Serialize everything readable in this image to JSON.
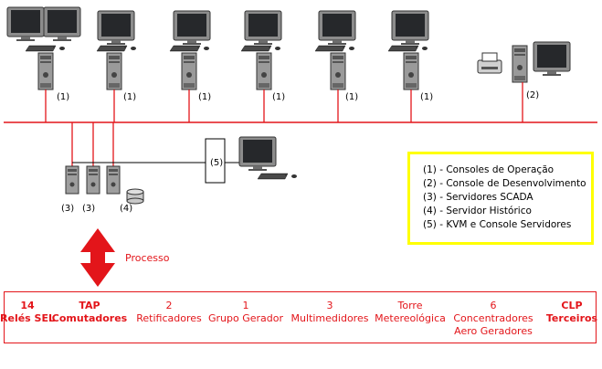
{
  "network": {
    "workstation_labels": [
      "(1)",
      "(1)",
      "(1)",
      "(1)",
      "(1)",
      "(1)"
    ],
    "printer_station_label": "(2)",
    "kvm_label": "(5)",
    "server_labels": [
      "(3)",
      "(3)",
      "(4)"
    ],
    "process_label": "Processo"
  },
  "legend": {
    "items": [
      "(1) - Consoles de Operação",
      "(2) - Console de Desenvolvimento",
      "(3) - Servidores SCADA",
      "(4) - Servidor Histórico",
      "(5) - KVM e Console Servidores"
    ]
  },
  "field_devices": [
    {
      "line1": "14",
      "line2": "Relés SEL",
      "bold": true
    },
    {
      "line1": "TAP",
      "line2": "Comutadores",
      "bold": true
    },
    {
      "line1": "2",
      "line2": "Retificadores",
      "bold": false
    },
    {
      "line1": "1",
      "line2": "Grupo Gerador",
      "bold": false
    },
    {
      "line1": "3",
      "line2": "Multimedidores",
      "bold": false
    },
    {
      "line1": "Torre",
      "line2": "Metereológica",
      "bold": false
    },
    {
      "line1": "6",
      "line2": "Concentradores",
      "line3": "Aero Geradores",
      "bold": false
    },
    {
      "line1": "CLP",
      "line2": "Terceiros",
      "bold": true
    }
  ],
  "colors": {
    "network_line": "#e3151a",
    "legend_border": "#ffff00",
    "field_text": "#e3151a",
    "arrow": "#e3151a"
  }
}
